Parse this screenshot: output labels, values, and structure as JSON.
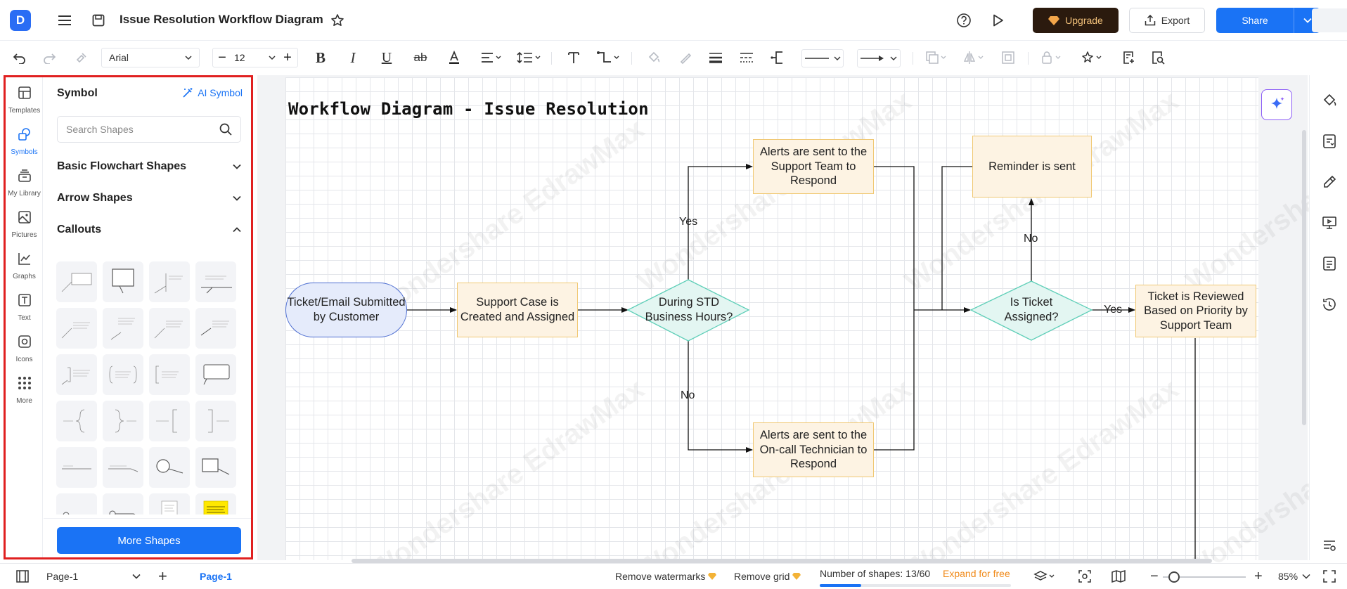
{
  "app": {
    "logo_letter": "D",
    "doc_title": "Issue Resolution Workflow Diagram",
    "upgrade_label": "Upgrade",
    "export_label": "Export",
    "share_label": "Share"
  },
  "toolbar": {
    "font_family": "Arial",
    "font_size": "12"
  },
  "left_panel": {
    "rail": [
      {
        "label": "Templates",
        "icon": "templates-icon"
      },
      {
        "label": "Symbols",
        "icon": "symbols-icon",
        "active": true
      },
      {
        "label": "My Library",
        "icon": "library-icon"
      },
      {
        "label": "Pictures",
        "icon": "pictures-icon"
      },
      {
        "label": "Graphs",
        "icon": "graphs-icon"
      },
      {
        "label": "Text",
        "icon": "text-icon"
      },
      {
        "label": "Icons",
        "icon": "icons-icon"
      },
      {
        "label": "More",
        "icon": "more-icon"
      }
    ],
    "title": "Symbol",
    "ai_symbol": "AI Symbol",
    "search_placeholder": "Search Shapes",
    "sections": [
      {
        "label": "Basic Flowchart Shapes",
        "expanded": false
      },
      {
        "label": "Arrow Shapes",
        "expanded": false
      },
      {
        "label": "Callouts",
        "expanded": true
      }
    ],
    "more_shapes": "More Shapes"
  },
  "canvas": {
    "title": "Workflow Diagram - Issue Resolution",
    "watermark": "Wondershare EdrawMax",
    "nodes": {
      "start": "Ticket/Email Submitted by Customer",
      "support_case": "Support Case is Created and Assigned",
      "std_hours": "During STD Business Hours?",
      "alerts_team": "Alerts are sent to the Support Team to Respond",
      "alerts_oncall": "Alerts are sent to the On-call Technician to Respond",
      "reminder": "Reminder is sent",
      "ticket_assigned": "Is Ticket Assigned?",
      "reviewed": "Ticket is Reviewed Based  on Priority by Support Team"
    },
    "edge_labels": {
      "yes1": "Yes",
      "no1": "No",
      "no2": "No",
      "yes2": "Yes"
    }
  },
  "status": {
    "page_select": "Page-1",
    "page_tab": "Page-1",
    "remove_watermarks": "Remove watermarks",
    "remove_grid": "Remove grid",
    "shape_count": "Number of shapes: 13/60",
    "shape_progress": 0.217,
    "expand": "Expand for free",
    "zoom": "85%"
  },
  "colors": {
    "accent": "#1a73f5",
    "highlight_border": "#e02020",
    "rect_fill": "#fdf3e3",
    "rect_border": "#f0c873",
    "diamond_fill": "#e3f6f2",
    "diamond_border": "#5fcfb8",
    "oval_fill": "#e5ebfb",
    "oval_border": "#4a6bd0",
    "expand_text": "#f08a1a"
  }
}
